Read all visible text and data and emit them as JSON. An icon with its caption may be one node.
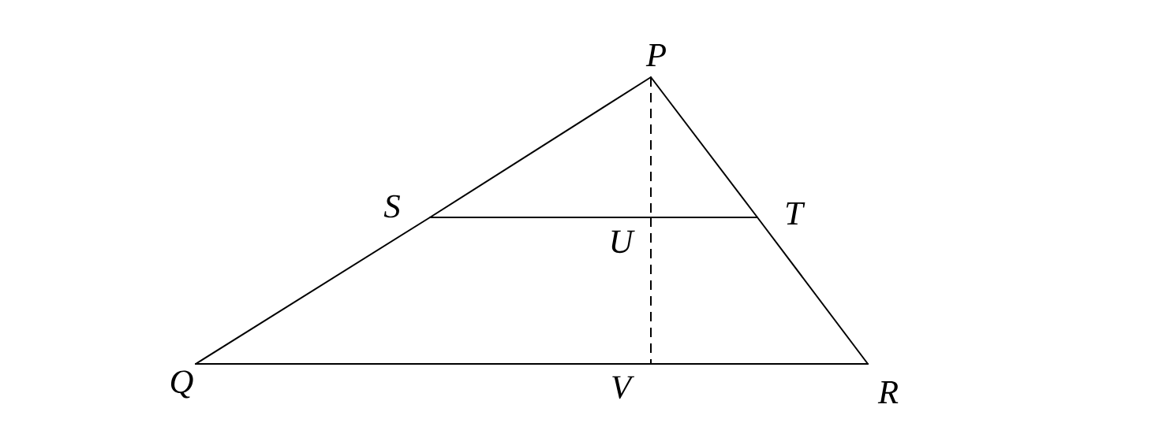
{
  "diagram": {
    "nodes": [
      {
        "text": [
          "P"
        ]
      },
      {
        "text": [
          "Q"
        ]
      },
      {
        "text": [
          "R"
        ]
      },
      {
        "text": [
          "S"
        ]
      },
      {
        "text": [
          "T"
        ]
      },
      {
        "text": [
          "U"
        ]
      },
      {
        "text": [
          "V"
        ]
      }
    ],
    "edges": [
      {
        "from": 1,
        "to": 3,
        "arrow": "none"
      },
      {
        "from": 3,
        "to": 0,
        "arrow": "none"
      },
      {
        "from": 0,
        "to": 4,
        "arrow": "none"
      },
      {
        "from": 4,
        "to": 2,
        "arrow": "none"
      },
      {
        "from": 1,
        "to": 6,
        "arrow": "none"
      },
      {
        "from": 6,
        "to": 2,
        "arrow": "none"
      },
      {
        "from": 3,
        "to": 5,
        "arrow": "none"
      },
      {
        "from": 5,
        "to": 4,
        "arrow": "none"
      },
      {
        "from": 0,
        "to": 5,
        "arrow": "none",
        "style": "dashed"
      },
      {
        "from": 5,
        "to": 6,
        "arrow": "none",
        "style": "dashed"
      }
    ]
  }
}
